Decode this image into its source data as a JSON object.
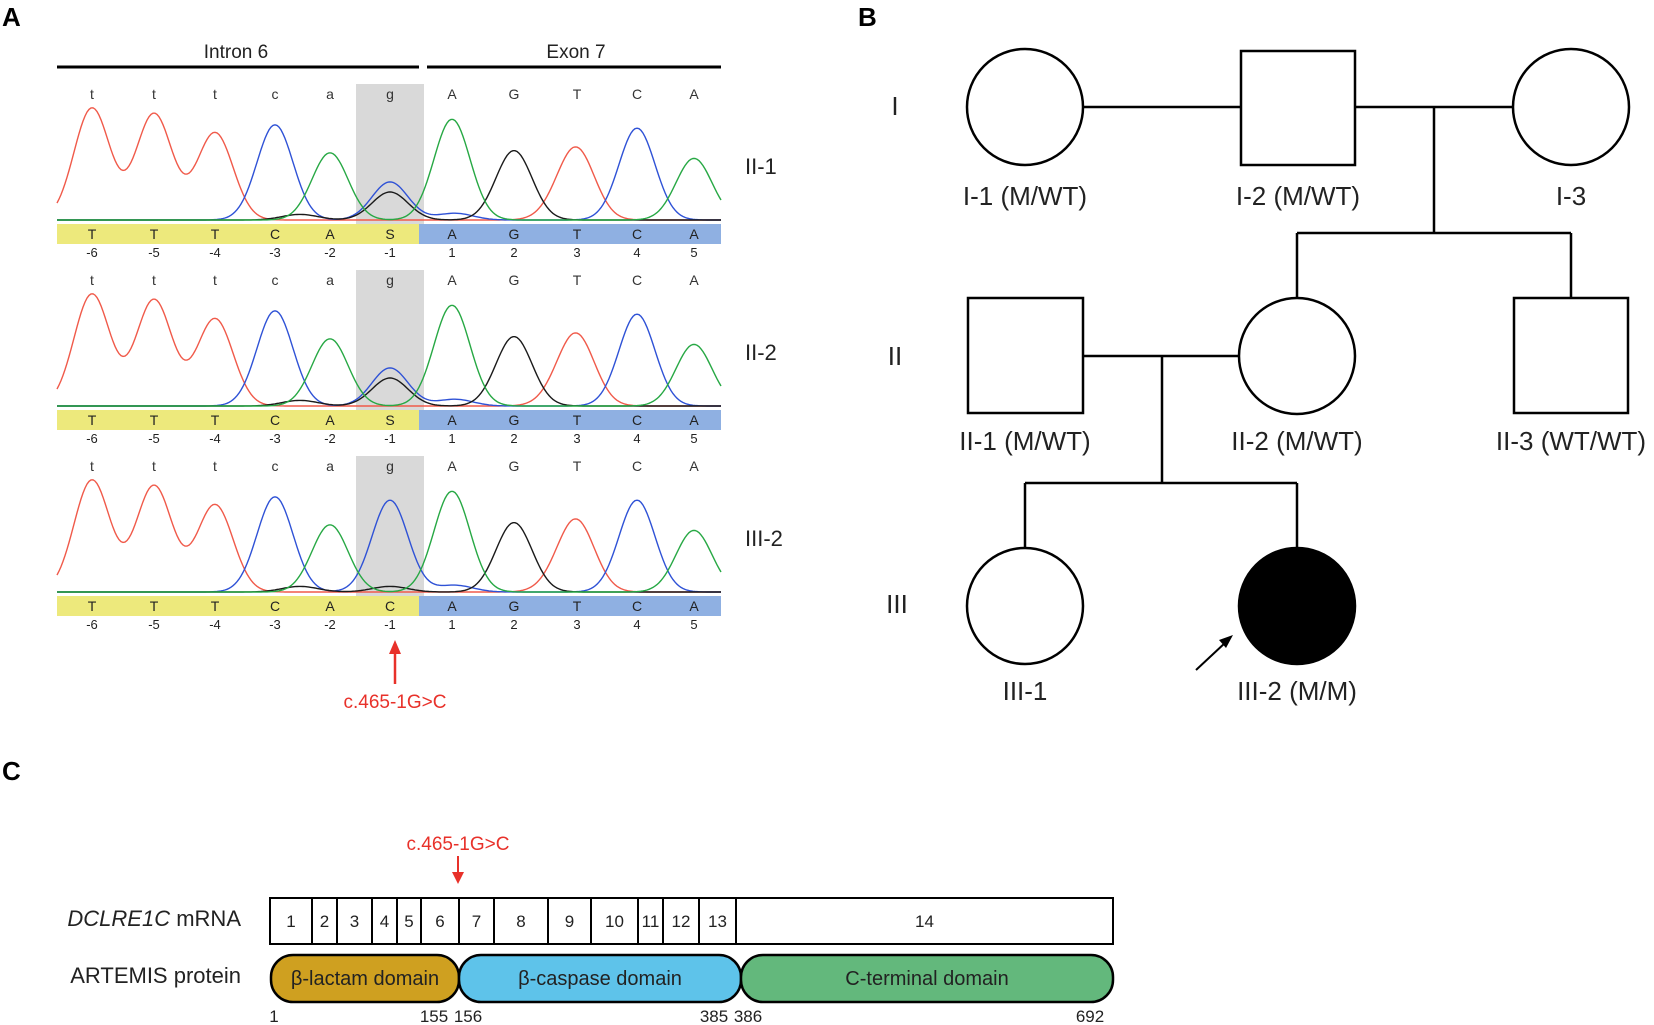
{
  "panels": {
    "a": "A",
    "b": "B",
    "c": "C"
  },
  "panel_a": {
    "region_left": "Intron 6",
    "region_right": "Exon 7",
    "colors": {
      "A": "#27a844",
      "C": "#2f52d6",
      "G": "#1a1a1a",
      "T": "#f05a4a",
      "intron_bar": "#ede97c",
      "exon_bar": "#8fb0e2",
      "highlight": "#d9d9d9",
      "mutation": "#e8312a"
    },
    "top_bases": [
      "t",
      "t",
      "t",
      "c",
      "a",
      "g",
      "A",
      "G",
      "T",
      "C",
      "A"
    ],
    "positions": [
      "-6",
      "-5",
      "-4",
      "-3",
      "-2",
      "-1",
      "1",
      "2",
      "3",
      "4",
      "5"
    ],
    "tracks": [
      {
        "label": "II-1",
        "called": [
          "T",
          "T",
          "T",
          "C",
          "A",
          "S",
          "A",
          "G",
          "T",
          "C",
          "A"
        ],
        "het": true
      },
      {
        "label": "II-2",
        "called": [
          "T",
          "T",
          "T",
          "C",
          "A",
          "S",
          "A",
          "G",
          "T",
          "C",
          "A"
        ],
        "het": true
      },
      {
        "label": "III-2",
        "called": [
          "T",
          "T",
          "T",
          "C",
          "A",
          "C",
          "A",
          "G",
          "T",
          "C",
          "A"
        ],
        "het": false
      }
    ],
    "mutation_label": "c.465-1G>C"
  },
  "panel_b": {
    "generations": [
      "I",
      "II",
      "III"
    ],
    "individuals": [
      {
        "id": "I-1",
        "label": "I-1 (M/WT)",
        "sex": "female",
        "affected": false
      },
      {
        "id": "I-2",
        "label": "I-2 (M/WT)",
        "sex": "male",
        "affected": false
      },
      {
        "id": "I-3",
        "label": "I-3",
        "sex": "female",
        "affected": false
      },
      {
        "id": "II-1",
        "label": "II-1 (M/WT)",
        "sex": "male",
        "affected": false
      },
      {
        "id": "II-2",
        "label": "II-2 (M/WT)",
        "sex": "female",
        "affected": false
      },
      {
        "id": "II-3",
        "label": "II-3 (WT/WT)",
        "sex": "male",
        "affected": false
      },
      {
        "id": "III-1",
        "label": "III-1",
        "sex": "female",
        "affected": false
      },
      {
        "id": "III-2",
        "label": "III-2 (M/M)",
        "sex": "female",
        "affected": true,
        "proband": true
      }
    ]
  },
  "panel_c": {
    "mutation_label": "c.465-1G>C",
    "mrna_gene": "DCLRE1C",
    "mrna_suffix": " mRNA",
    "protein_label": "ARTEMIS protein",
    "exons": [
      "1",
      "2",
      "3",
      "4",
      "5",
      "6",
      "7",
      "8",
      "9",
      "10",
      "11",
      "12",
      "13",
      "14"
    ],
    "domains": [
      {
        "name": "β-lactam domain",
        "start": "1",
        "end": "155",
        "color": "#cfa020"
      },
      {
        "name": "β-caspase domain",
        "start": "156",
        "end": "385",
        "color": "#5ec3ea"
      },
      {
        "name": "C-terminal domain",
        "start": "386",
        "end": "692",
        "color": "#63b87c"
      }
    ]
  }
}
